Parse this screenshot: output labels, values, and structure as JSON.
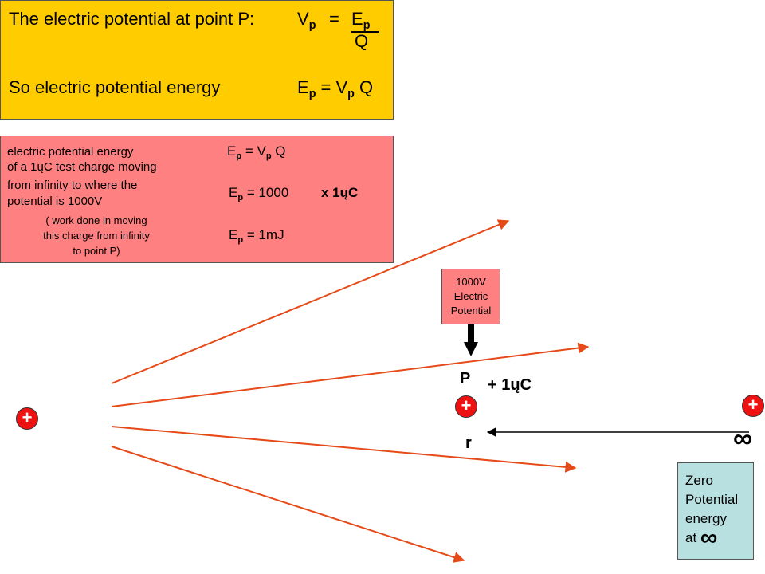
{
  "top_box": {
    "line1_label": "The electric potential at point P:",
    "vp_V": "V",
    "vp_sub": "p",
    "equals": "=",
    "ep_E": "E",
    "ep_sub": "p",
    "denominator": "Q",
    "line2_label": "So   electric potential energy",
    "eq2_E": "E",
    "eq2_sub": "p",
    "eq2_mid": " =  V",
    "eq2_sub2": "p",
    "eq2_end": " Q"
  },
  "red_box": {
    "desc_line1": "electric potential energy",
    "desc_line2": "of a  1ųC  test charge moving",
    "desc_line3": "from infinity to where the",
    "desc_line4": "potential is 1000V",
    "note_line1": "( work done in moving",
    "note_line2": "this charge from infinity",
    "note_line3": "to point P)",
    "eq1_E": "E",
    "eq1_sub": "p",
    "eq1_mid": " =  V",
    "eq1_sub2": "p",
    "eq1_end": " Q",
    "eq2_E": "E",
    "eq2_sub": "p",
    "eq2_value": " =  1000",
    "eq2_times": "x  1ųC",
    "eq3_E": "E",
    "eq3_sub": "p",
    "eq3_value": " =  1mJ"
  },
  "potential_box": {
    "line1": "1000V",
    "line2": "Electric",
    "line3": "Potential"
  },
  "labels": {
    "point_p": "P",
    "test_charge": "+ 1ųC",
    "r": "r",
    "infinity": "∞",
    "plus": "+"
  },
  "zero_box": {
    "line1": "Zero",
    "line2": "Potential",
    "line3": "energy",
    "line4": "at",
    "infinity": "∞"
  },
  "colors": {
    "field_line": "#e64a19",
    "charge": "#ee1111",
    "yellow_box": "#ffcc00",
    "red_box": "#ff8080",
    "zero_box": "#b8e0e0"
  }
}
